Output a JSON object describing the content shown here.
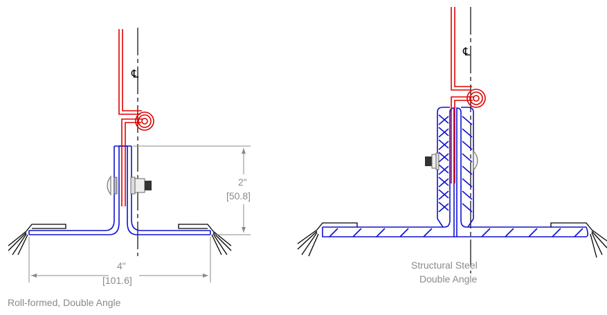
{
  "left_figure": {
    "centerline_label": "CL",
    "height_dim": {
      "inches": "2\"",
      "mm": "[50.8]"
    },
    "width_dim": {
      "inches": "4\"",
      "mm": "[101.6]"
    },
    "caption": "Roll-formed, Double Angle"
  },
  "right_figure": {
    "centerline_label": "CL",
    "caption_line1": "Structural Steel",
    "caption_line2": "Double Angle"
  },
  "colors": {
    "panel_seam": "#e00000",
    "clip_angle": "#1010d0",
    "centerline": "#000000",
    "dimension": "#8a8a8a"
  }
}
